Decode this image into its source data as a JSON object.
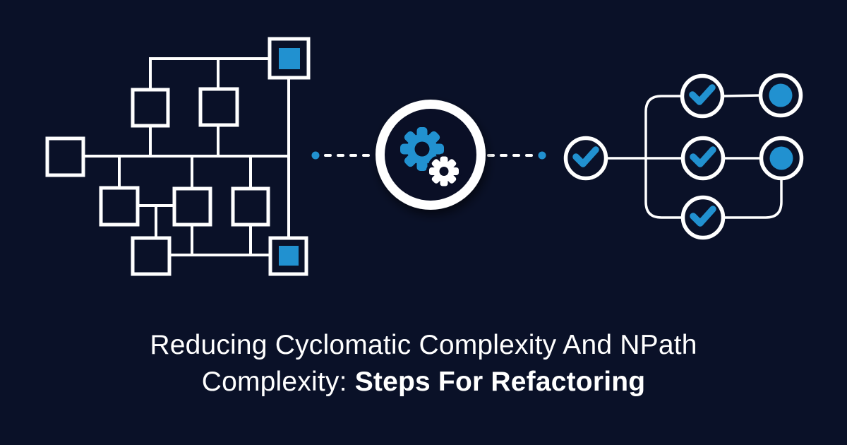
{
  "title": {
    "line1": "Reducing Cyclomatic Complexity And NPath",
    "line2_regular": "Complexity: ",
    "line2_bold": "Steps For Refactoring"
  },
  "illustration": {
    "left_diagram": "complex-flow-diagram",
    "center_badge": "gears-icon",
    "right_diagram": "refactored-flow-diagram",
    "node_icons": [
      "checkmark-icon",
      "filled-dot-icon"
    ]
  },
  "colors": {
    "background": "#0a1128",
    "accent_blue": "#2191d0",
    "white": "#ffffff",
    "inner_navy": "#0a0f26"
  }
}
